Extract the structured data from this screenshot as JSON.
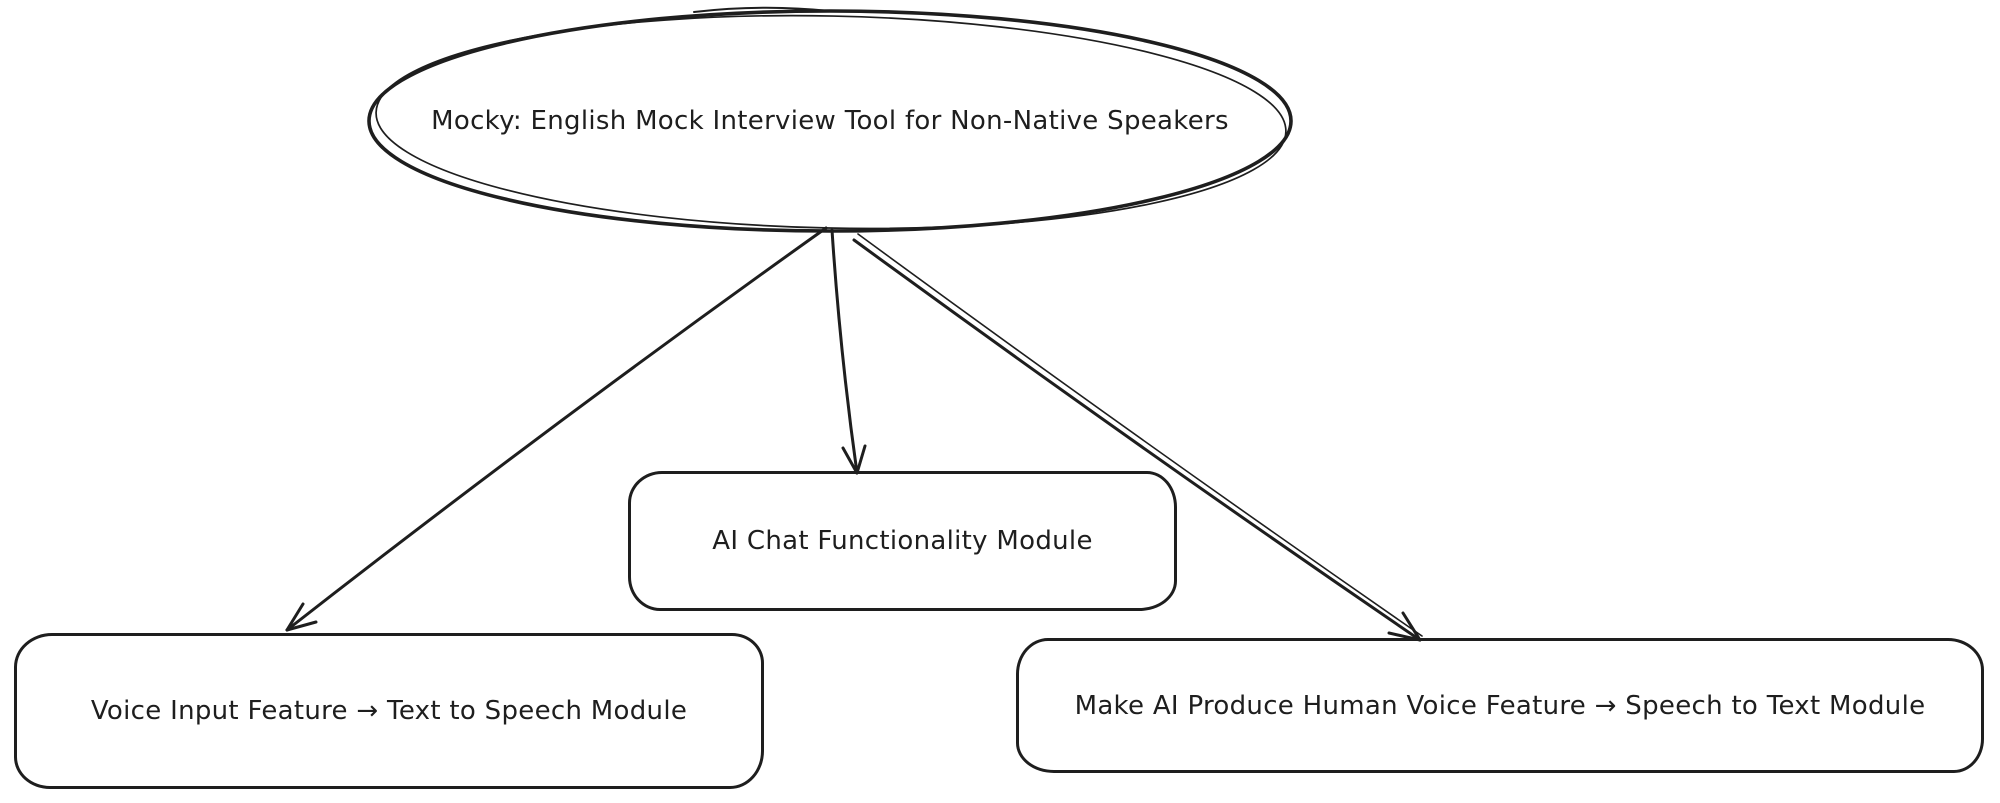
{
  "colors": {
    "stroke": "#1e1e1e",
    "background": "#ffffff"
  },
  "diagram": {
    "type": "flowchart",
    "style": "hand-drawn",
    "root": {
      "shape": "ellipse",
      "label": "Mocky: English Mock Interview Tool for Non-Native Speakers"
    },
    "children": [
      {
        "shape": "rounded-rectangle",
        "label": "Voice Input Feature → Text to Speech Module"
      },
      {
        "shape": "rounded-rectangle",
        "label": "AI Chat Functionality Module"
      },
      {
        "shape": "rounded-rectangle",
        "label": "Make AI Produce Human Voice Feature → Speech to Text Module"
      }
    ],
    "edges": [
      {
        "from": "root",
        "to": "Voice Input Feature → Text to Speech Module",
        "type": "arrow"
      },
      {
        "from": "root",
        "to": "AI Chat Functionality Module",
        "type": "arrow"
      },
      {
        "from": "root",
        "to": "Make AI Produce Human Voice Feature → Speech to Text Module",
        "type": "arrow"
      }
    ]
  }
}
